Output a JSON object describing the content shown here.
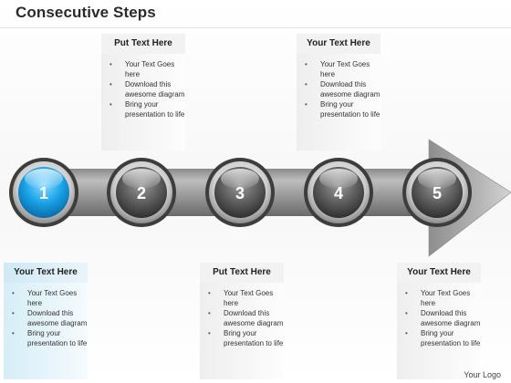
{
  "title": "Consecutive Steps",
  "logo": "Your Logo",
  "steps": [
    "1",
    "2",
    "3",
    "4",
    "5"
  ],
  "boxes": [
    {
      "heading": "Put Text Here",
      "bullets": [
        "Your Text Goes here",
        "Download this awesome diagram",
        "Bring your presentation to life"
      ]
    },
    {
      "heading": "Your Text Here",
      "bullets": [
        "Your Text Goes here",
        "Download this awesome diagram",
        "Bring your presentation to life"
      ]
    },
    {
      "heading": "Your Text Here",
      "bullets": [
        "Your Text Goes here",
        "Download this awesome diagram",
        "Bring your presentation to life"
      ]
    },
    {
      "heading": "Put Text Here",
      "bullets": [
        "Your Text Goes here",
        "Download this awesome diagram",
        "Bring your presentation to life"
      ]
    },
    {
      "heading": "Your Text Here",
      "bullets": [
        "Your Text Goes here",
        "Download this awesome diagram",
        "Bring your presentation to life"
      ]
    }
  ],
  "colors": {
    "active_step": "#1aa3e8",
    "inactive_step": "#5a5a5a",
    "arrow": "#9a9a9a",
    "title": "#2b2b2b"
  }
}
